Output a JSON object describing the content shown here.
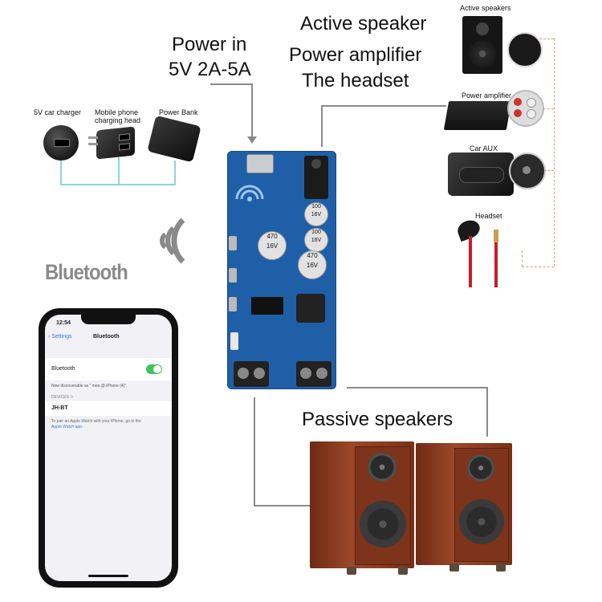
{
  "labels": {
    "power_in": "Power in",
    "power_spec": "5V 2A-5A",
    "active_speaker": "Active speaker",
    "power_amplifier": "Power amplifier",
    "the_headset": "The headset",
    "passive_speakers": "Passive speakers",
    "bluetooth": "Bluetooth"
  },
  "power_sources": [
    {
      "label": "5V car charger"
    },
    {
      "label": "Mobile phone charging head"
    },
    {
      "label": "Power Bank"
    }
  ],
  "outputs": [
    {
      "label": "Active speakers"
    },
    {
      "label": "Power amplifier"
    },
    {
      "label": "Car AUX"
    },
    {
      "label": "Headset"
    }
  ],
  "board": {
    "capacitors": [
      {
        "top": "100",
        "bottom": "16V"
      },
      {
        "top": "100",
        "bottom": "16V"
      },
      {
        "top": "470",
        "bottom": "16V"
      },
      {
        "top": "470",
        "bottom": "16V"
      }
    ]
  },
  "phone": {
    "time": "12:54",
    "back_label": "Settings",
    "screen_title": "Bluetooth",
    "bluetooth_row_label": "Bluetooth",
    "bluetooth_on": true,
    "discoverable_text": "Now discoverable as \" mea @ iPhone (4)\".",
    "devices_header": "DEVICES",
    "device_name": "JH-BT",
    "footer_text": "To pair an Apple Watch with your iPhone, go to the",
    "footer_link": "Apple Watch app."
  },
  "colors": {
    "board_blue": "#1f5fa8",
    "toggle_green": "#3bc45a",
    "link_blue": "#2a7ae2",
    "connector_gray": "#8a8a8a",
    "dashed_orange": "#e0a07a",
    "speaker_wood": "#8b3a1c"
  }
}
